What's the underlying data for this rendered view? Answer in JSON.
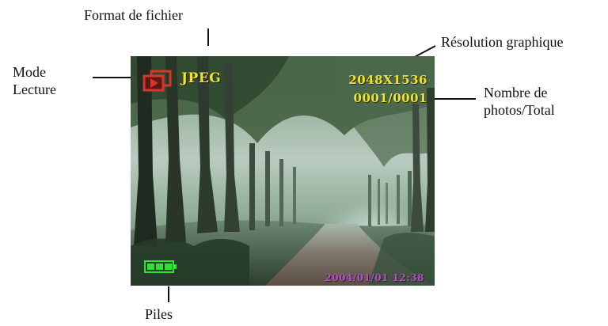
{
  "callouts": {
    "format": "Format de fichier",
    "resolution": "Résolution graphique",
    "mode": [
      "Mode",
      "Lecture"
    ],
    "count": [
      "Nombre de",
      "photos/Total"
    ],
    "battery": "Piles"
  },
  "screen": {
    "format_text": "JPEG",
    "resolution_text": "2048X1536",
    "counter_text": "0001/0001",
    "datetime_text": "2004/01/01  12:38",
    "icons": {
      "mode": "playback-mode-icon",
      "battery": "battery-icon"
    },
    "colors": {
      "osd_text": "#f2e22a",
      "playback_icon": "#d8362a",
      "battery": "#2fe22f",
      "datetime": "#b64cc8"
    }
  }
}
